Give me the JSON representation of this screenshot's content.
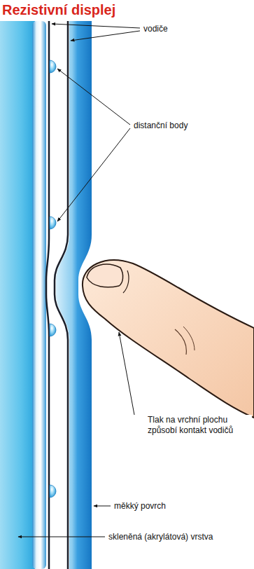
{
  "diagram": {
    "title": "Rezistivní displej",
    "labels": [
      "vodiče",
      "distanční body",
      "Tlak na vrchní plochu způsobí kontakt vodičů",
      "měkký povrch",
      "skleněná (akrylátová) vrstva"
    ]
  }
}
